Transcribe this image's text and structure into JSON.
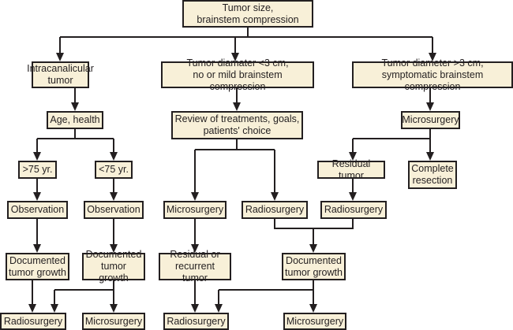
{
  "title": "Vestibular schwannoma treatment algorithm",
  "nodes": {
    "root": "Tumor size,\nbrainstem compression",
    "intracanalicular": "Intracanalicular\ntumor",
    "small_tumor": "Tumor diamater <3 cm,\nno or mild brainstem compression",
    "large_tumor": "Tumor diameter >3 cm,\nsymptomatic brainstem compression",
    "age_health": "Age, health",
    "review": "Review of treatments, goals,\npatients' choice",
    "large_micro": "Microsurgery",
    "over75": ">75 yr.",
    "under75": "<75 yr.",
    "residual_tumor": "Residual tumor",
    "complete_resection": "Complete\nresection",
    "obs1": "Observation",
    "obs2": "Observation",
    "small_micro": "Microsurgery",
    "small_radio": "Radiosurgery",
    "residual_radio": "Radiosurgery",
    "growth1": "Documented\ntumor growth",
    "growth2": "Documented\ntumor growth",
    "residual_recurrent": "Residual or\nrecurrent tumor",
    "growth3": "Documented\ntumor growth",
    "out_radio1": "Radiosurgery",
    "out_micro1": "Microsurgery",
    "out_radio2": "Radiosurgery",
    "out_micro2": "Microsurgery"
  },
  "colors": {
    "box_fill": "#f8f0d8",
    "stroke": "#231f20"
  }
}
